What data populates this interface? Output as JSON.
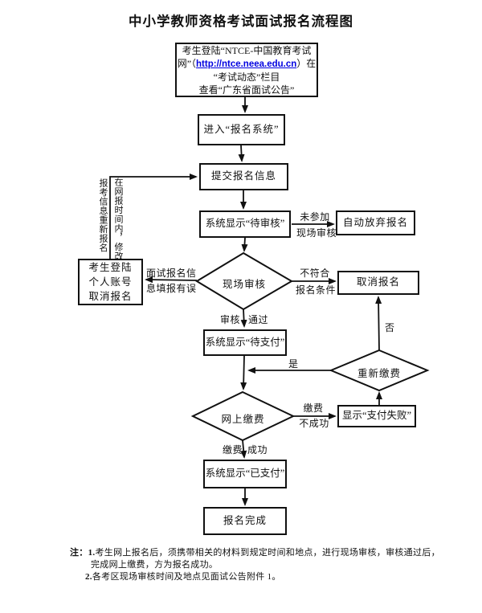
{
  "title": "中小学教师资格考试面试报名流程图",
  "colors": {
    "link": "#0000E0",
    "line": "#111111"
  },
  "nodes": {
    "start": {
      "line1": "考生登陆“NTCE-中国教育考试",
      "line2_prefix": "网”（",
      "line2_link": "http://ntce.neea.edu.cn",
      "line2_suffix": "）在",
      "line3": "“考试动态”栏目",
      "line4": "查看“广东省面试公告”"
    },
    "enter_system": "进入“报名系统”",
    "submit_info": "提交报名信息",
    "pending_review": "系统显示“待审核”",
    "auto_abandon": "自动放弃报名",
    "onsite_review": "现场审核",
    "cancel": "取消报名",
    "login_cancel": {
      "line1": "考生登陆",
      "line2": "个人账号",
      "line3": "取消报名"
    },
    "pending_pay": "系统显示“待支付”",
    "repay": "重新缴费",
    "online_pay": "网上缴费",
    "pay_fail": "显示“支付失败”",
    "paid": "系统显示“已支付”",
    "complete": "报名完成"
  },
  "edge_labels": {
    "not_attend_1": "未参加",
    "not_attend_2": "现场审核",
    "not_qualified_1": "不符合",
    "not_qualified_2": "报名条件",
    "review_pass_1": "审核",
    "review_pass_2": "通过",
    "wrong_info_1": "面试报名信",
    "wrong_info_2": "息填报有误",
    "modify_col_right": "在网报时间内，修改",
    "modify_col_left": "报考信息重新报名",
    "yes": "是",
    "no": "否",
    "pay_fail_1": "缴费",
    "pay_fail_2": "不成功",
    "pay_ok_1": "缴费",
    "pay_ok_2": "成功"
  },
  "notes": {
    "prefix": "注：",
    "item1_num": "1.",
    "item1_line1": "考生网上报名后，须携带相关的材料到规定时间和地点，进行现场审核，审核通过后，",
    "item1_line2": "完成网上缴费，方为报名成功。",
    "item2_num": "2.",
    "item2_text": "各考区现场审核时间及地点见面试公告附件 1。"
  }
}
